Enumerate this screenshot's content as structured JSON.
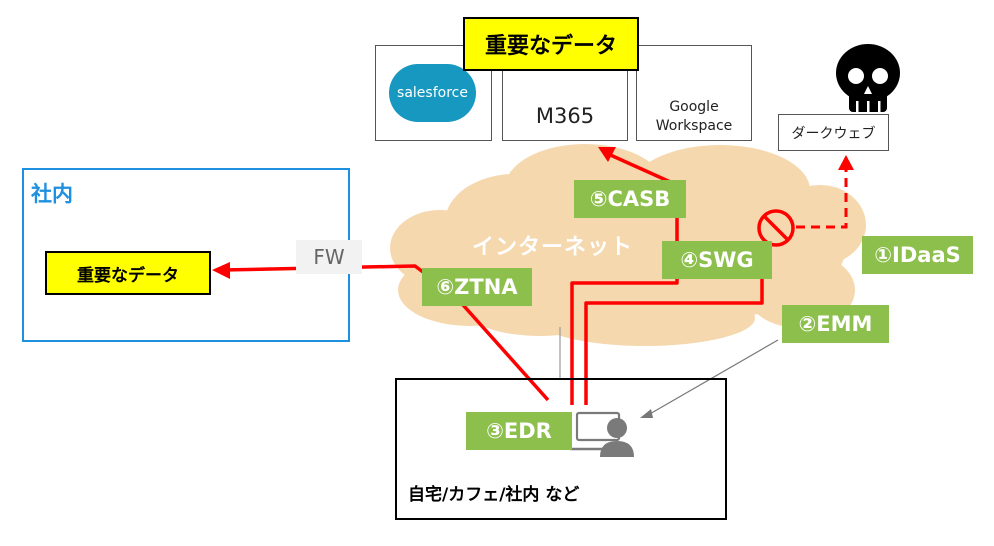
{
  "internal": {
    "title": "社内",
    "data_label": "重要なデータ"
  },
  "fw": {
    "label": "FW"
  },
  "cloud": {
    "label": "インターネット"
  },
  "saas": {
    "salesforce": "salesforce",
    "m365": "M365",
    "google_line1": "Google",
    "google_line2": "Workspace",
    "data_label": "重要なデータ"
  },
  "darkweb": {
    "label": "ダークウェブ"
  },
  "tags": {
    "casb": "⑤CASB",
    "swg": "④SWG",
    "ztna": "⑥ZTNA",
    "idaas": "①IDaaS",
    "emm": "②EMM",
    "edr": "③EDR"
  },
  "endpoint": {
    "location": "自宅/カフェ/社内 など"
  },
  "colors": {
    "red": "#ff0000",
    "green": "#8dbf4c",
    "blue_frame": "#1e90e0",
    "cloud": "#f5d8ae",
    "yellow": "#ffff00"
  }
}
